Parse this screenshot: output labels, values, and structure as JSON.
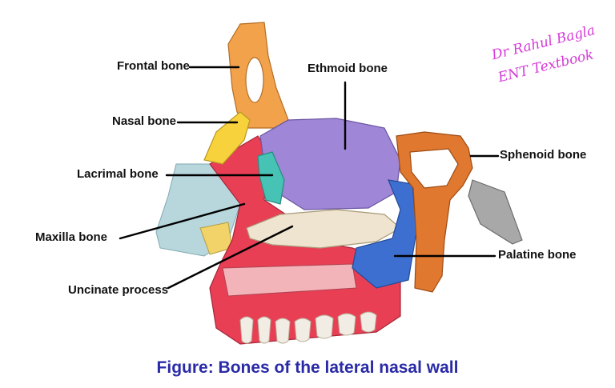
{
  "labels": {
    "frontal": "Frontal bone",
    "nasal": "Nasal bone",
    "lacrimal": "Lacrimal bone",
    "maxilla": "Maxilla bone",
    "uncinate": "Uncinate process",
    "ethmoid": "Ethmoid bone",
    "sphenoid": "Sphenoid bone",
    "palatine": "Palatine bone"
  },
  "caption": "Figure: Bones of the lateral nasal wall",
  "watermark": {
    "line1": "Dr Rahul Bagla",
    "line2": "ENT Textbook"
  },
  "colors": {
    "frontal": "#f2a24b",
    "nasal": "#f7d23c",
    "lacrimal": "#47c3b5",
    "maxilla": "#e83f55",
    "ethmoid": "#9f86d6",
    "sphenoid": "#e0782f",
    "palatine": "#3d6fd1",
    "uncinate": "#eee4cf",
    "caption": "#2a2aa8",
    "watermark": "#d63ad8"
  }
}
